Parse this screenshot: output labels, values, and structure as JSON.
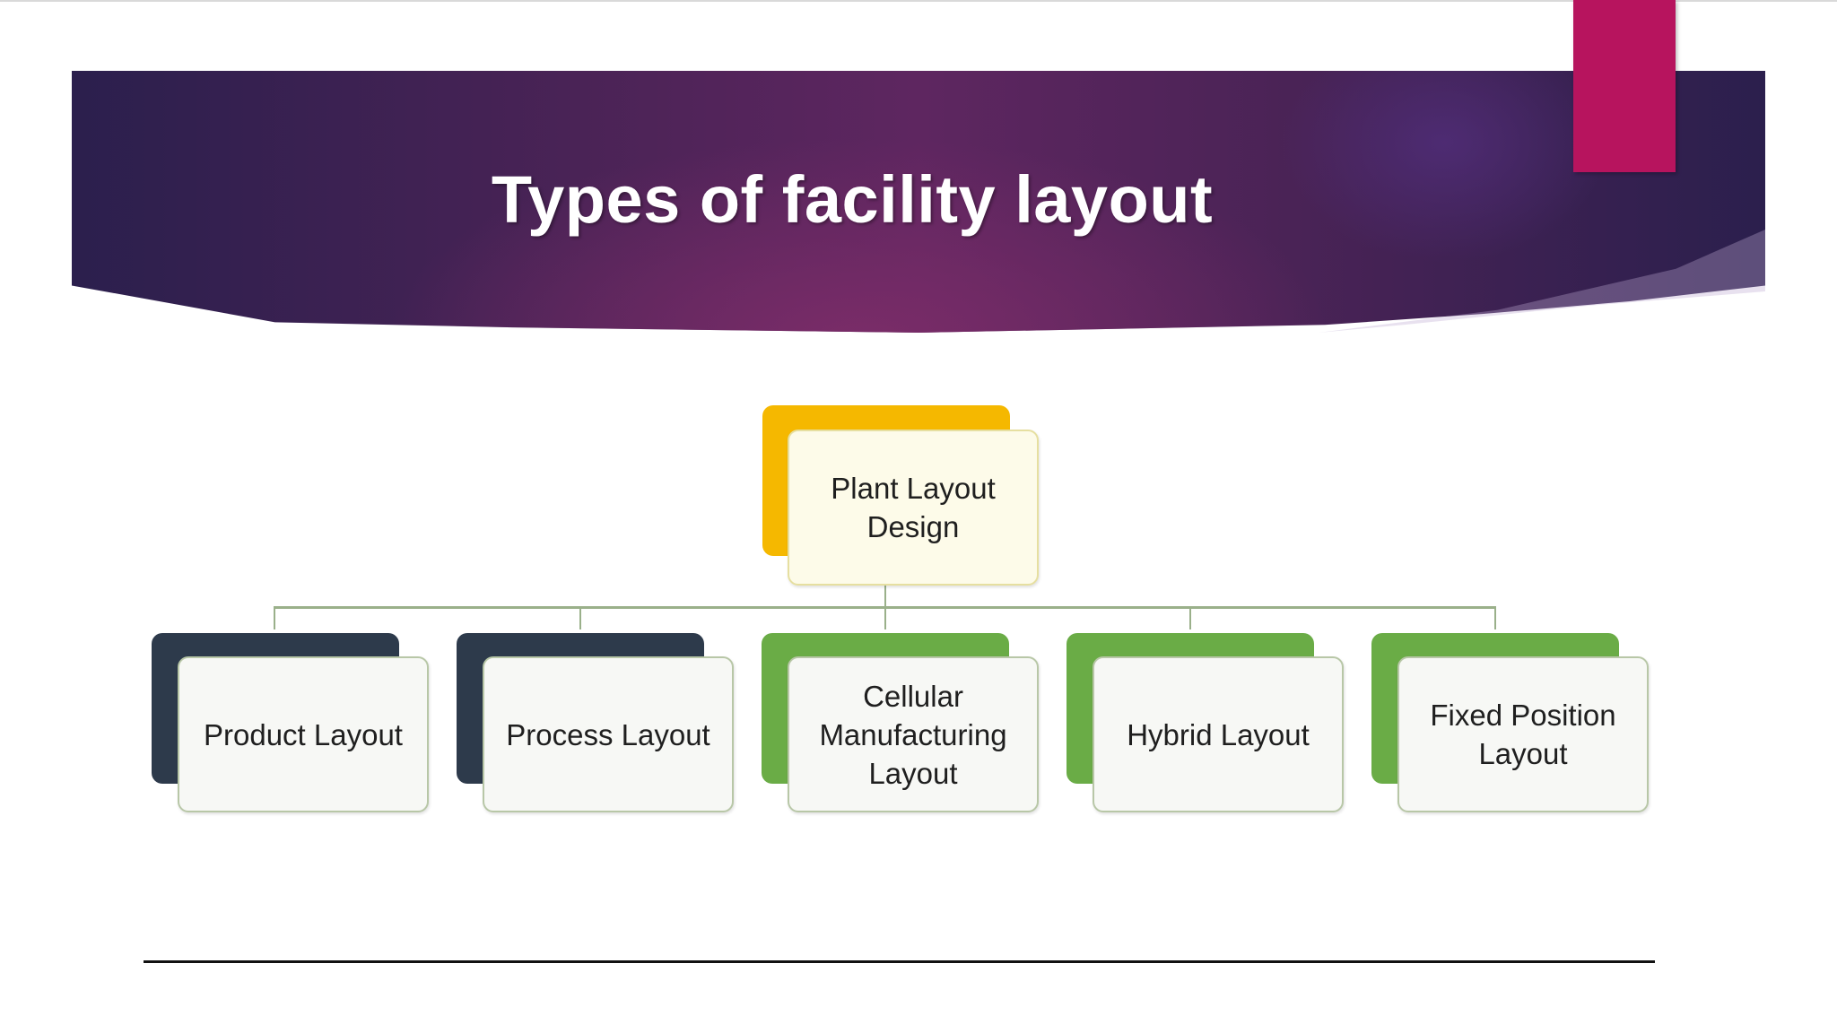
{
  "slide": {
    "title": "Types of facility layout"
  },
  "colors": {
    "banner_dark": "#2b1f4d",
    "banner_purple": "#5e2660",
    "accent_tab": "#b7145e",
    "root_back": "#f5b800",
    "dark_back": "#2d3a4b",
    "green_back": "#6aac46",
    "connector": "#9ab08a"
  },
  "diagram": {
    "root": {
      "label": "Plant Layout\nDesign",
      "color": "root_back"
    },
    "children": [
      {
        "label": "Product Layout",
        "color": "dark_back"
      },
      {
        "label": "Process Layout",
        "color": "dark_back"
      },
      {
        "label": "Cellular\nManufacturing\nLayout",
        "color": "green_back"
      },
      {
        "label": "Hybrid Layout",
        "color": "green_back"
      },
      {
        "label": "Fixed Position\nLayout",
        "color": "green_back"
      }
    ]
  }
}
